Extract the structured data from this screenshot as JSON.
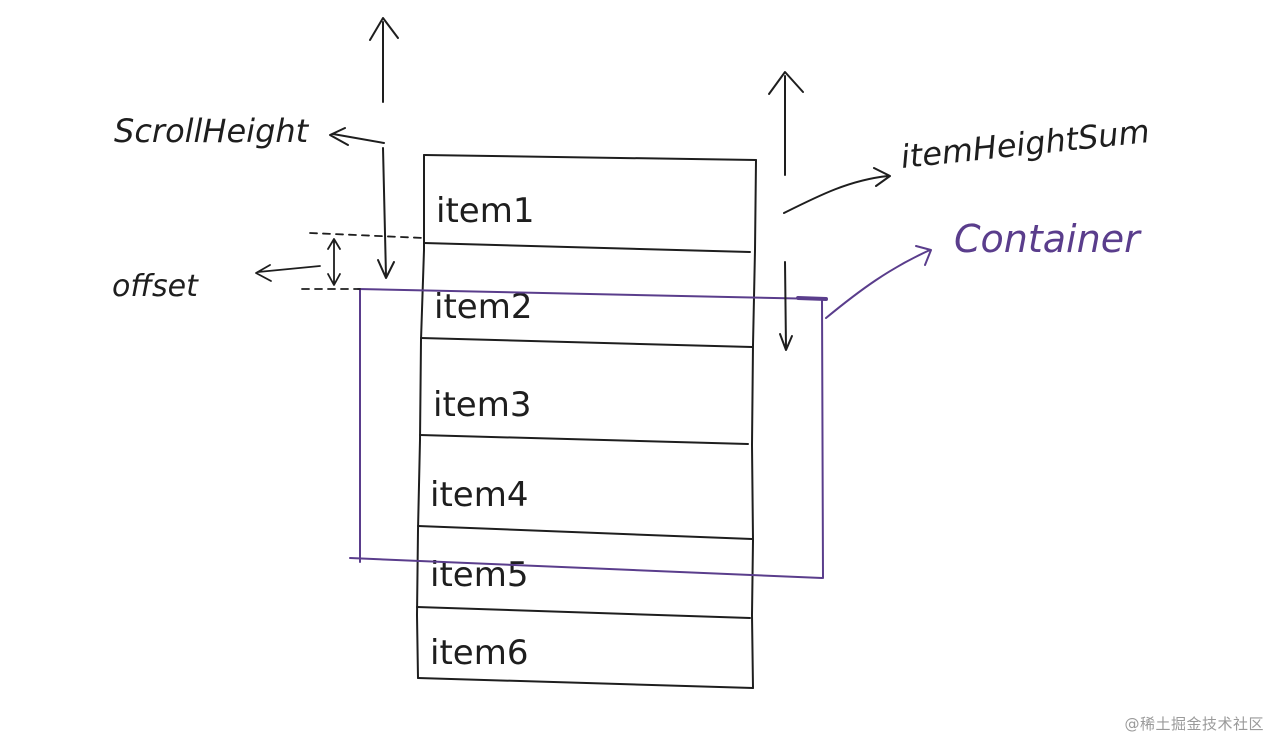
{
  "labels": {
    "scroll_height": "ScrollHeight",
    "offset": "offset",
    "item_height_sum": "itemHeightSum",
    "container": "Container"
  },
  "items": [
    {
      "label": "item1"
    },
    {
      "label": "item2"
    },
    {
      "label": "item3"
    },
    {
      "label": "item4"
    },
    {
      "label": "item5"
    },
    {
      "label": "item6"
    }
  ],
  "watermark": "@稀土掘金技术社区",
  "colors": {
    "ink": "#1e1e1e",
    "container": "#5a3d8c",
    "watermark": "#9a9a9a"
  }
}
